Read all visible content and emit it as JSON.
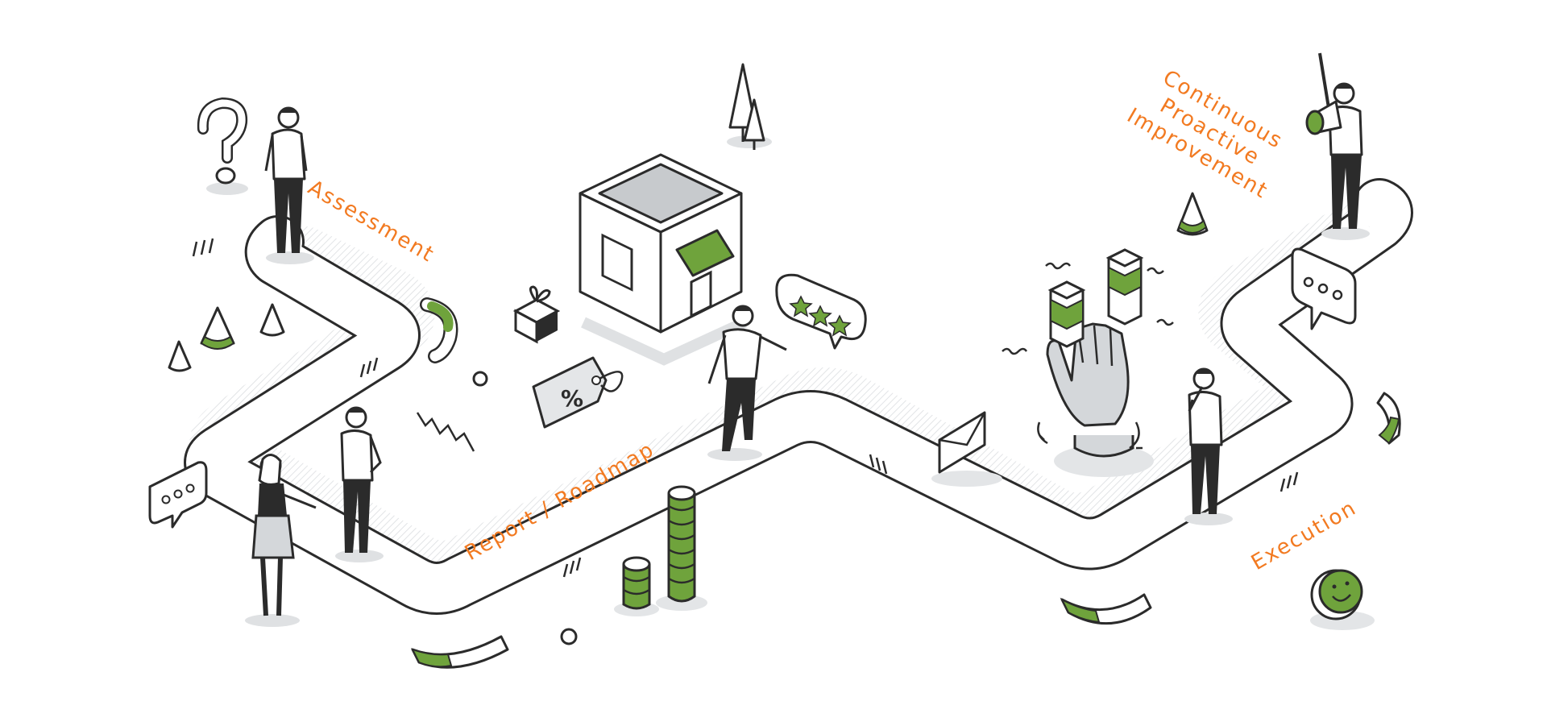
{
  "stages": {
    "assessment": "Assessment",
    "report": "Report / Roadmap",
    "execution": "Execution",
    "continuous": "Continuous\nProactive\nImprovement"
  },
  "badges": {
    "percent": "%"
  },
  "colors": {
    "label_orange": "#f27a21",
    "accent_green": "#6fa33c",
    "line": "#2b2b2b",
    "shadow_gray": "#d9dbdd",
    "fill_gray": "#e4e6e8"
  },
  "icons": [
    "question-mark-icon",
    "chat-bubble-ellipsis-icon",
    "rating-stars-bubble-icon",
    "storefront-icon",
    "gift-box-icon",
    "discount-tag-icon",
    "envelope-icon",
    "magnet-hand-icon",
    "megaphone-icon",
    "coin-stack-icon",
    "banknote-icon",
    "smiley-coin-icon",
    "cone-icon",
    "tree-icon"
  ]
}
